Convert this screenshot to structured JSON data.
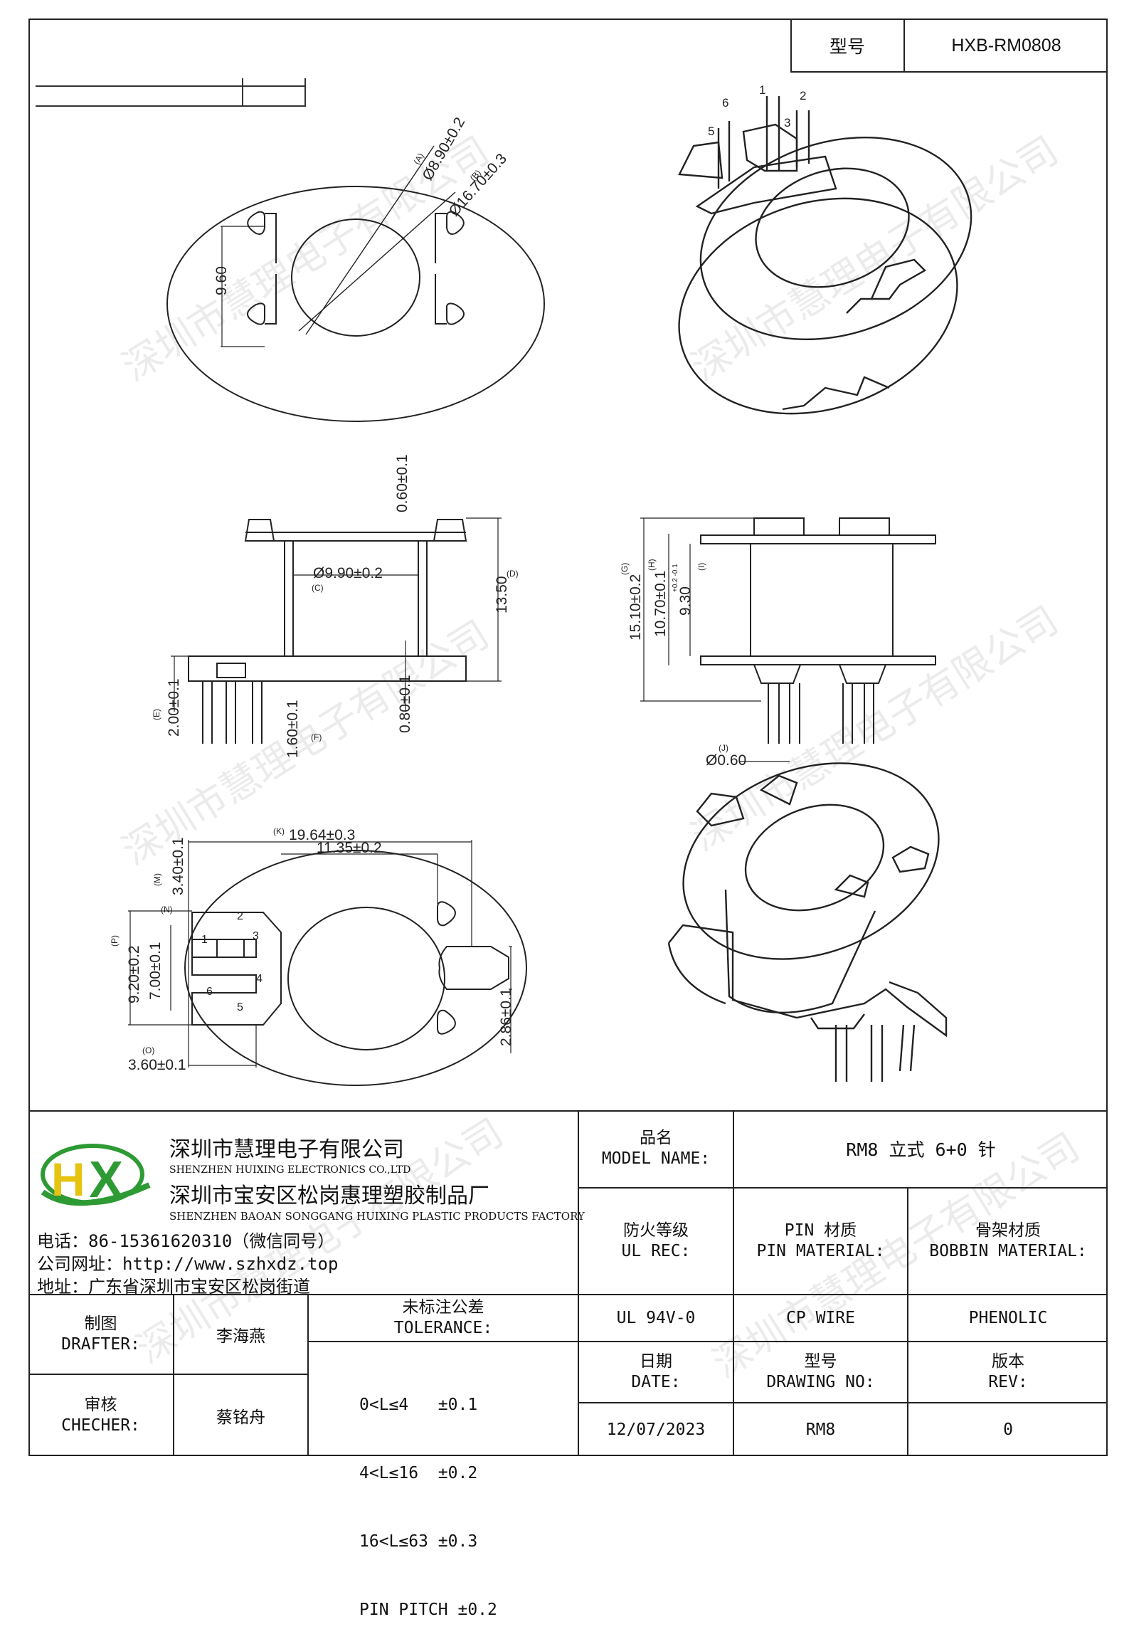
{
  "header": {
    "model_label": "型号",
    "model_value": "HXB-RM0808"
  },
  "watermark": "深圳市慧理电子有限公司",
  "dimensions": {
    "A": "(A)",
    "A_val": "Ø8.90±0.2",
    "B": "(B)",
    "B_val": "Ø16.70±0.3",
    "top_height": "9.60",
    "flange_thick": "0.60±0.1",
    "C": "(C)",
    "C_val": "Ø9.90±0.2",
    "D": "(D)",
    "D_val": "13.50",
    "E": "(E)",
    "E_val": "2.00±0.1",
    "F": "(F)",
    "F_val": "1.60±0.1",
    "bottom_flange": "0.80±0.1",
    "G": "(G)",
    "G_val": "15.10±0.2",
    "H": "(H)",
    "H_val": "10.70±0.1",
    "I": "(I)",
    "I_val": "9.30",
    "I_tol": "+0.2 -0.1",
    "J": "(J)",
    "J_val": "Ø0.60",
    "K": "(K)",
    "K_val": "19.64±0.3",
    "L_val": "11.35±0.2",
    "M": "(M)",
    "M_val": "3.40±0.1",
    "N": "(N)",
    "O": "(O)",
    "O_val": "3.60±0.1",
    "P": "(P)",
    "P_val": "9.20±0.2",
    "Q_val": "7.00±0.1",
    "R_val": "2.86±0.1",
    "pins": [
      "1",
      "2",
      "3",
      "4",
      "5",
      "6"
    ]
  },
  "company": {
    "name_cn": "深圳市慧理电子有限公司",
    "name_en": "SHENZHEN HUIXING ELECTRONICS CO.,LTD",
    "factory_cn": "深圳市宝安区松岗惠理塑胶制品厂",
    "factory_en": "SHENZHEN BAOAN SONGGANG HUIXING PLASTIC PRODUCTS FACTORY",
    "phone": "电话：86-15361620310（微信同号）",
    "website": "公司网址：http://www.szhxdz.top",
    "address": "地址：广东省深圳市宝安区松岗街道",
    "logo_letters": "HX",
    "brand_colors": {
      "green": "#2e9a34",
      "yellow": "#e6c30f"
    }
  },
  "title_block": {
    "model_name_cn": "品名",
    "model_name_en": "MODEL NAME:",
    "model_name_val": "RM8 立式 6+0 针",
    "ul_cn": "防火等级",
    "ul_en": "UL REC:",
    "ul_val": "UL 94V-0",
    "pin_mat_cn": "PIN 材质",
    "pin_mat_en": "PIN MATERIAL:",
    "pin_mat_val": "CP WIRE",
    "bobbin_cn": "骨架材质",
    "bobbin_en": "BOBBIN MATERIAL:",
    "bobbin_val": "PHENOLIC",
    "drafter_cn": "制图",
    "drafter_en": "DRAFTER:",
    "drafter_val": "李海燕",
    "checker_cn": "审核",
    "checker_en": "CHECHER:",
    "checker_val": "蔡铭舟",
    "tol_cn": "未标注公差",
    "tol_en": "TOLERANCE:",
    "tol_rows": [
      "0<L≤4   ±0.1",
      "4<L≤16  ±0.2",
      "16<L≤63 ±0.3",
      "PIN PITCH ±0.2"
    ],
    "date_cn": "日期",
    "date_en": "DATE:",
    "date_val": "12/07/2023",
    "dwg_cn": "型号",
    "dwg_en": "DRAWING NO:",
    "dwg_val": "RM8",
    "rev_cn": "版本",
    "rev_en": "REV:",
    "rev_val": "0"
  }
}
